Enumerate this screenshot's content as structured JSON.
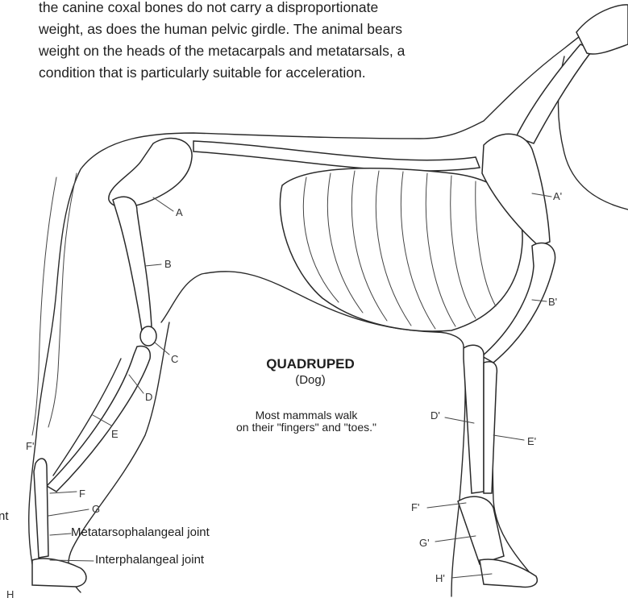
{
  "intro": {
    "lines": [
      "the canine coxal bones do not carry a disproportionate",
      "weight, as does the human pelvic girdle. The animal bears",
      "weight on the heads of the metacarpals and metatarsals, a",
      "condition that is particularly suitable for acceleration."
    ]
  },
  "caption": {
    "title": "QUADRUPED",
    "subtitle": "(Dog)",
    "lines": [
      "Most mammals walk",
      "on their \"fingers\" and \"toes.\""
    ]
  },
  "labels": {
    "A": "A",
    "B": "B",
    "C": "C",
    "D": "D",
    "E": "E",
    "F": "F",
    "F_prime": "F'",
    "G": "G",
    "H": "H",
    "A_prime": "A'",
    "B_prime": "B'",
    "D_prime": "D'",
    "E_prime": "E'",
    "F_prime_fore": "F'",
    "G_prime": "G'",
    "H_prime": "H'"
  },
  "joints": {
    "cut_off": "nt",
    "metatarsophalangeal": "Metatarsophalangeal joint",
    "interphalangeal": "Interphalangeal joint"
  }
}
